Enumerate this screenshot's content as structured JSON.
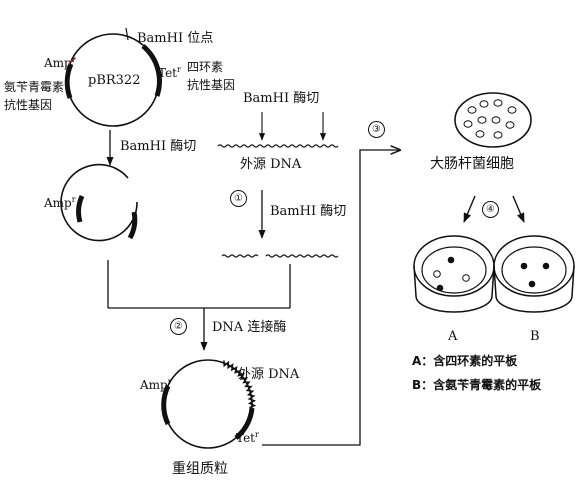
{
  "labels": {
    "amp_top": "Amp",
    "sup_r": "r",
    "ampicillin_gene": "氨苄青霉素",
    "resistance_gene_1": "抗性基因",
    "pbr322": "pBR322",
    "bamhi_site": "BamHI 位点",
    "tet_top": "Tet",
    "tetracycline": "四环素",
    "resistance_gene_2": "抗性基因",
    "bamhi_cut_1": "BamHI 酶切",
    "bamhi_cut_2": "BamHI 酶切",
    "foreign_dna_1": "外源 DNA",
    "amp_mid": "Amp",
    "bamhi_cut_3": "BamHI 酶切",
    "dna_ligase": "DNA 连接酶",
    "amp_bottom": "Amp",
    "foreign_dna_2": "外源 DNA",
    "tet_bottom": "Tet",
    "recombinant_plasmid": "重组质粒",
    "ecoli_cells": "大肠杆菌细胞",
    "plate_a": "A",
    "plate_b": "B",
    "legend_a": "A：含四环素的平板",
    "legend_b": "B：含氨苄青霉素的平板"
  },
  "steps": [
    "①",
    "②",
    "③",
    "④"
  ]
}
